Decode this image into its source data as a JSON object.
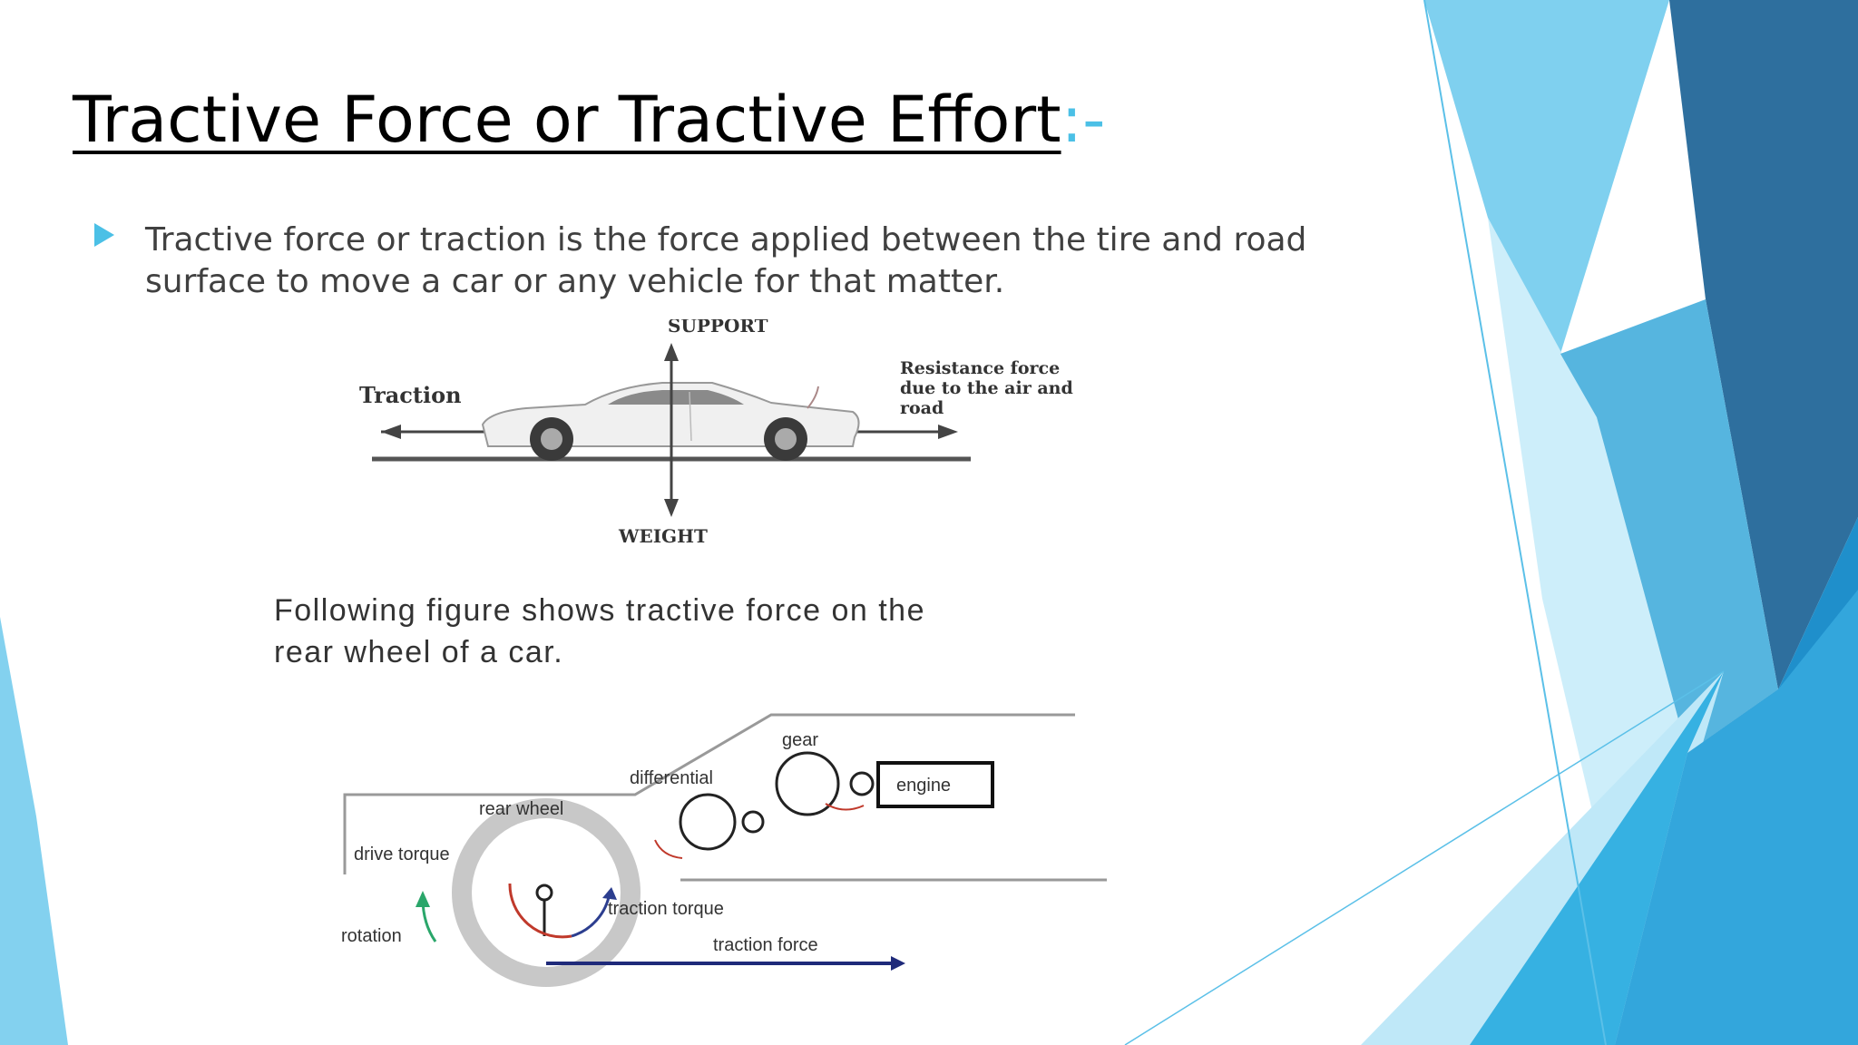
{
  "slide": {
    "title_main": "Tractive Force or Tractive Effort",
    "title_suffix": ":-",
    "bullet_text": "Tractive force or traction is the force applied between the tire and road surface to move a car or any vehicle for that matter.",
    "accent_color": "#4bc0e6"
  },
  "figure1": {
    "support_label": "SUPPORT",
    "traction_label": "Traction",
    "resistance_line1": "Resistance force",
    "resistance_line2": "due to the air and",
    "resistance_line3": "road",
    "weight_label": "WEIGHT"
  },
  "figure2": {
    "caption_line1": "Following figure shows tractive force on the",
    "caption_line2": "rear wheel of a car.",
    "gear_label": "gear",
    "differential_label": "differential",
    "engine_label": "engine",
    "rear_wheel_label": "rear wheel",
    "drive_torque_label": "drive torque",
    "traction_torque_label": "traction torque",
    "rotation_label": "rotation",
    "traction_force_label": "traction force"
  },
  "icons": {
    "bullet": "triangle-bullet-icon"
  }
}
